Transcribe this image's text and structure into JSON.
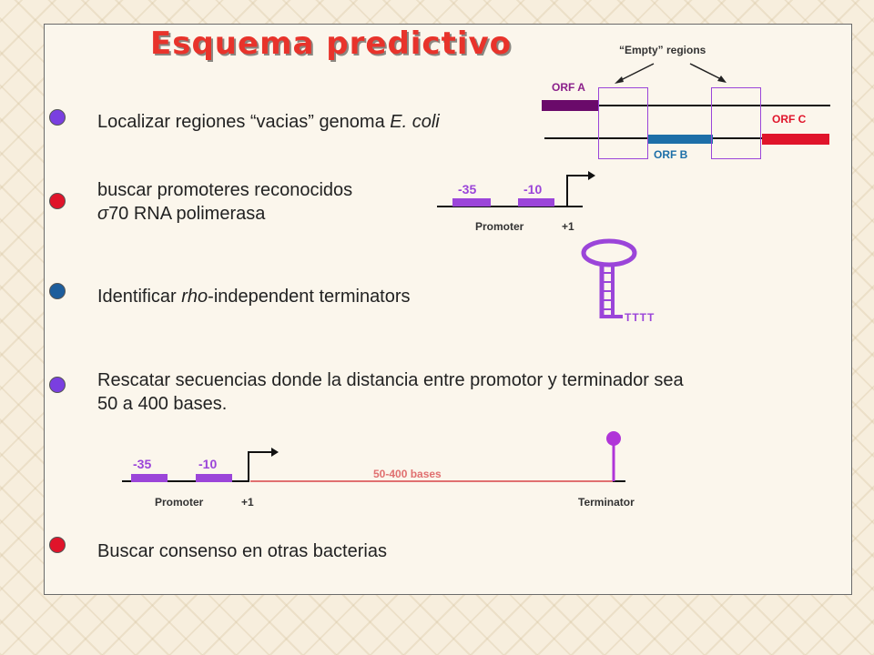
{
  "title": "Esquema predictivo",
  "colors": {
    "bullet_purple": "#7a3fe0",
    "bullet_red": "#e0142a",
    "bullet_blue": "#1d5d9c",
    "orf_a": "#6a0a6a",
    "orf_b": "#1d6fa8",
    "orf_c": "#e0142a",
    "promoter_box": "#9b45d9",
    "span_line": "#e07070",
    "terminator": "#b035d8"
  },
  "steps": [
    {
      "bullet_color": "purple",
      "text_before": "Localizar regiones “vacias”  genoma ",
      "text_italic": "E. coli",
      "text_after": ""
    },
    {
      "bullet_color": "red",
      "line1": "buscar promoteres reconocidos",
      "sigma": "σ",
      "line2": "70  RNA polimerasa"
    },
    {
      "bullet_color": "blue",
      "text_before": "Identificar ",
      "text_italic": "rho",
      "text_after": "-independent  terminators"
    },
    {
      "bullet_color": "purple",
      "line1": "Rescatar secuencias donde la distancia entre promotor y terminador  sea",
      "line2": "50 a 400 bases."
    },
    {
      "bullet_color": "red",
      "text": "Buscar consenso en otras bacterias"
    }
  ],
  "orf_diagram": {
    "empty_regions_label": "“Empty” regions",
    "orf_a": "ORF A",
    "orf_b": "ORF B",
    "orf_c": "ORF C"
  },
  "promoter_diagram": {
    "minus35": "-35",
    "minus10": "-10",
    "promoter": "Promoter",
    "plus1": "+1"
  },
  "terminator_diagram": {
    "tttt": "TTTT"
  },
  "full_diagram": {
    "minus35": "-35",
    "minus10": "-10",
    "span": "50-400 bases",
    "promoter": "Promoter",
    "plus1": "+1",
    "terminator": "Terminator"
  }
}
